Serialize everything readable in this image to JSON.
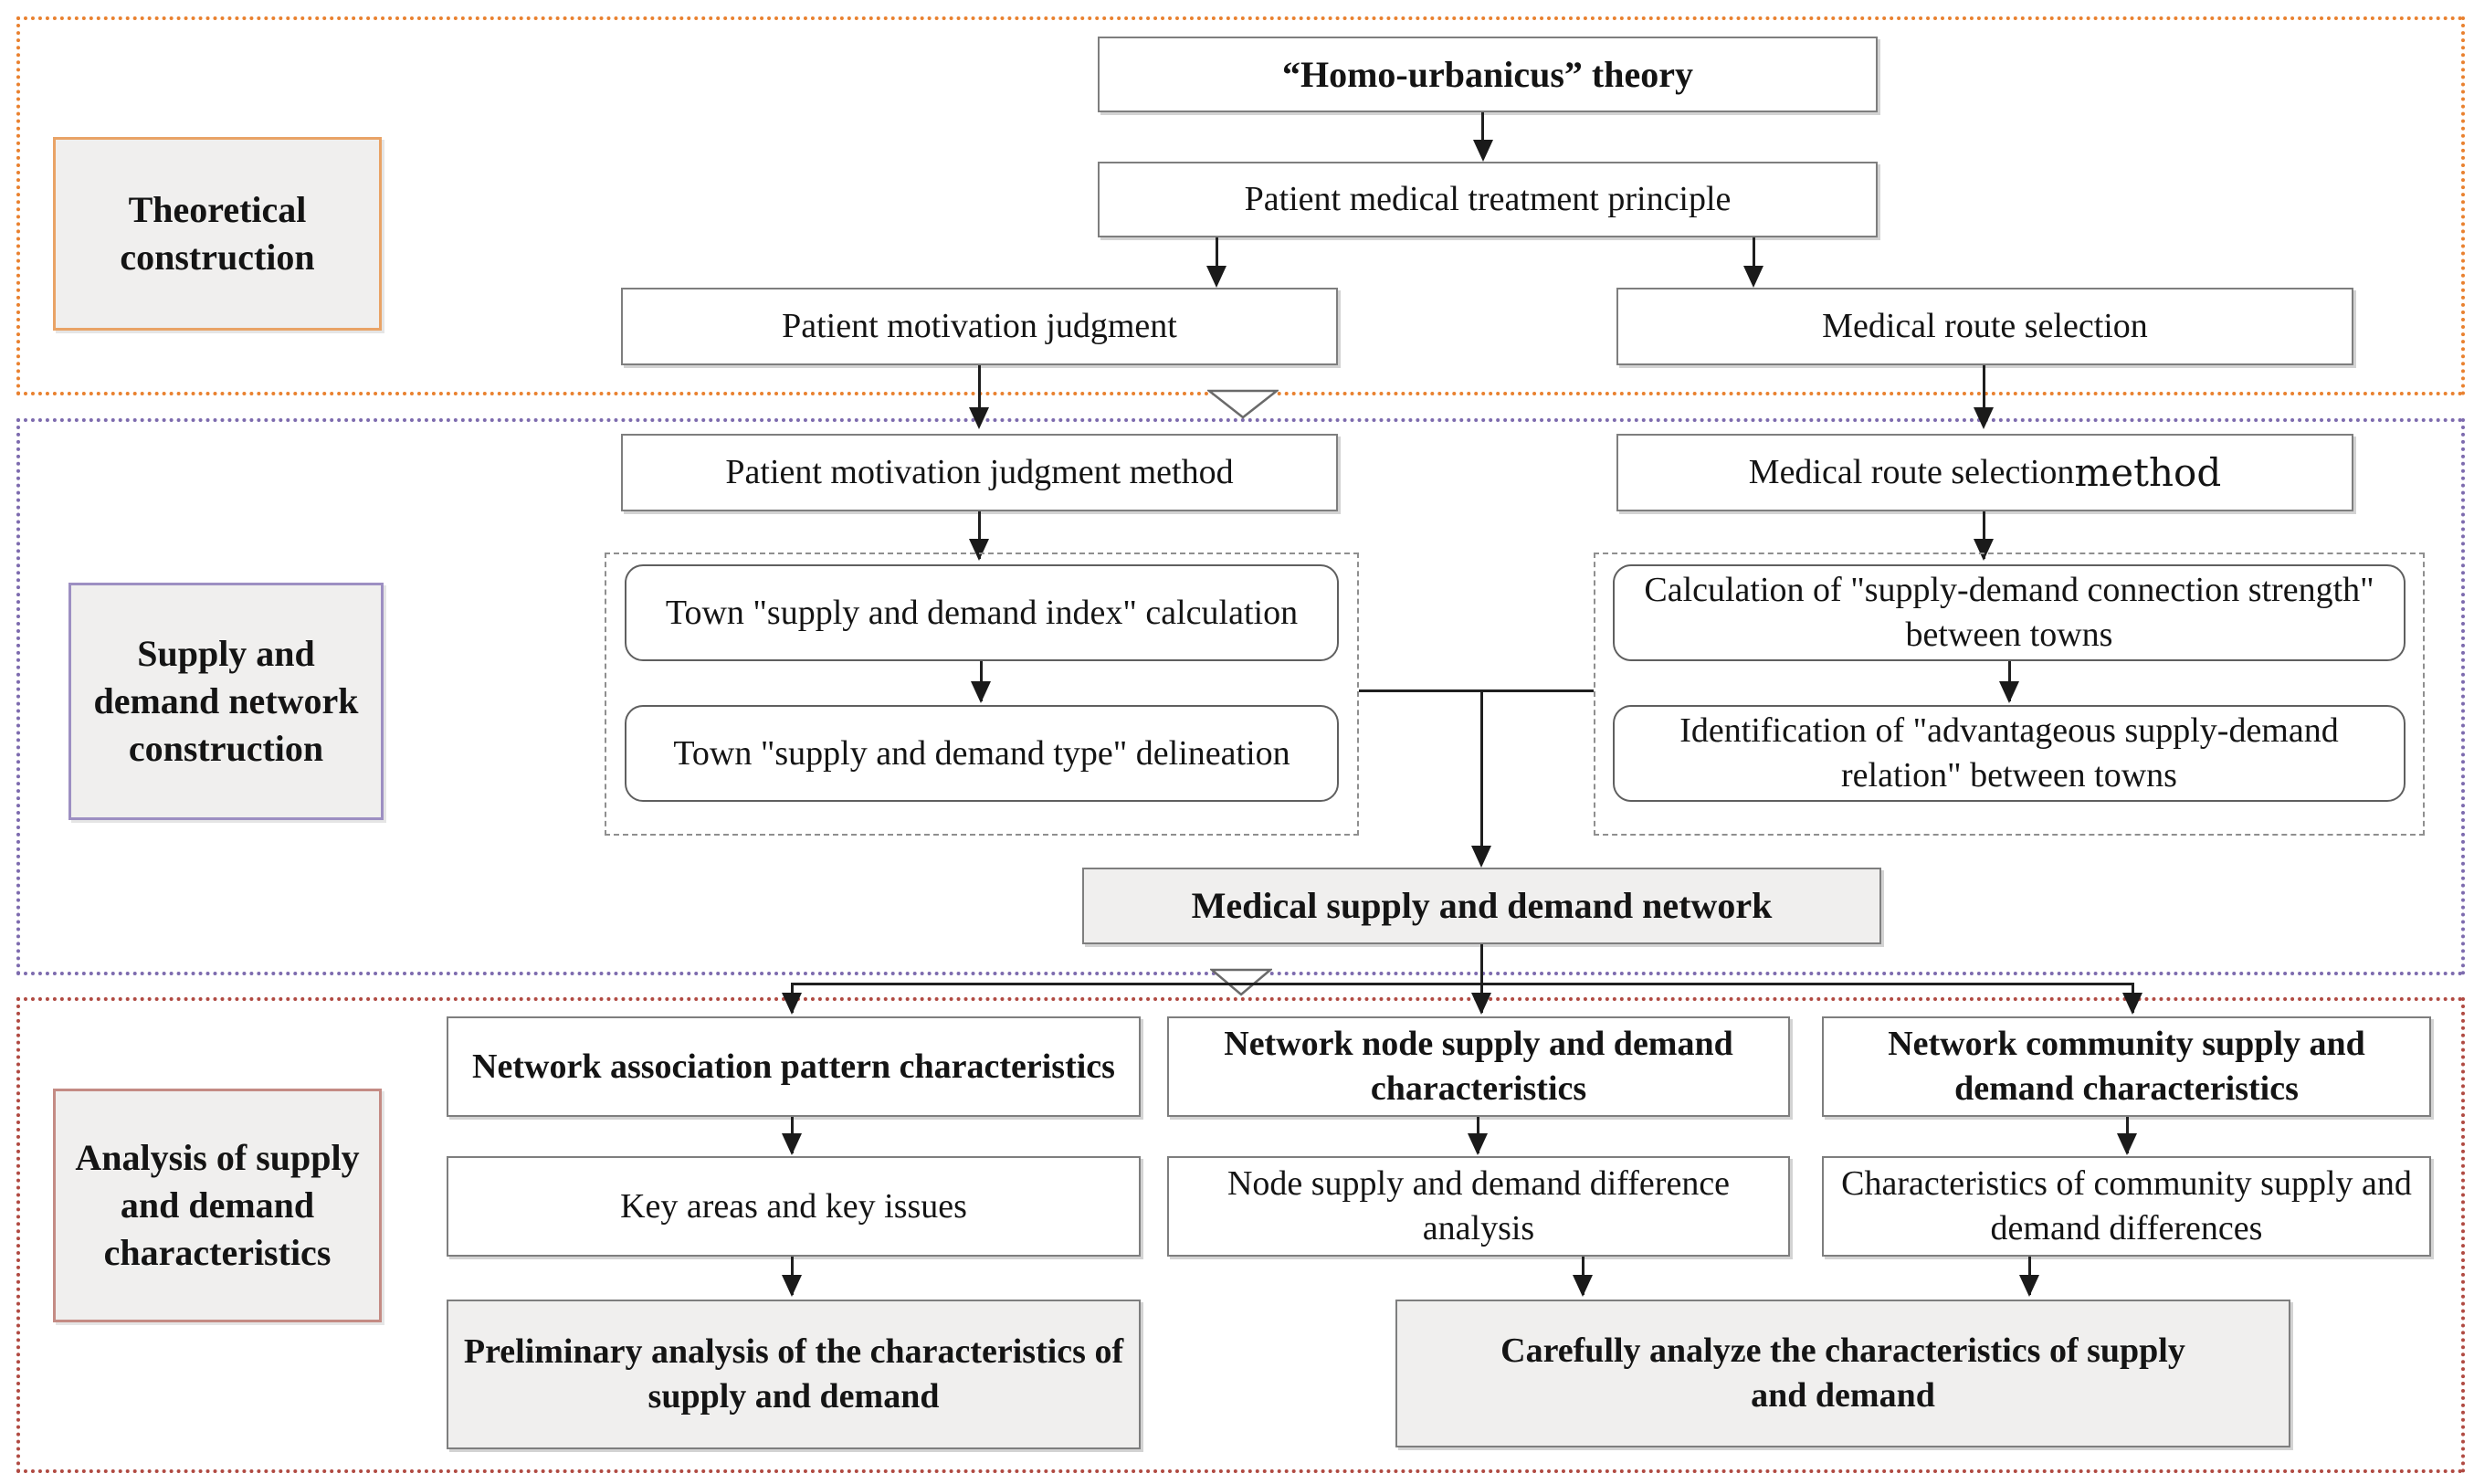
{
  "sections": {
    "theoretical": {
      "label": "Theoretical construction",
      "border_color": "#E9812F",
      "label_border_color": "#E9A366"
    },
    "network_construction": {
      "label": "Supply and demand network construction",
      "label_lines": [
        "Supply and",
        "demand",
        "network",
        "construction"
      ],
      "border_color": "#7D6BAE",
      "label_border_color": "#9D8FC2"
    },
    "analysis": {
      "label": "Analysis of supply and demand characteristics",
      "label_lines": [
        "Analysis of",
        "supply and",
        "demand",
        "characteristics"
      ],
      "border_color": "#B04A42",
      "label_border_color": "#C48B84"
    }
  },
  "theory": {
    "homo_urbanicus": "“Homo-urbanicus” theory",
    "treatment_principle": "Patient medical treatment principle",
    "motivation_judgment": "Patient motivation judgment",
    "route_selection": "Medical route selection"
  },
  "construction": {
    "motivation_method": "Patient motivation judgment method",
    "route_method_prefix": "Medical route selection ",
    "route_method_suffix": "method",
    "index_calculation": "Town \"supply and demand index\" calculation",
    "type_delineation": "Town \"supply and demand type\" delineation",
    "strength_calculation": "Calculation of \"supply-demand connection strength\" between towns",
    "relation_identification": "Identification of \"advantageous supply-demand relation\" between towns",
    "network_result": "Medical supply and demand network"
  },
  "analysis": {
    "association_characteristics": "Network association pattern characteristics",
    "key_areas": "Key areas and key issues",
    "preliminary_analysis": "Preliminary analysis of the characteristics of supply and demand",
    "node_characteristics": "Network node supply and demand characteristics",
    "node_difference": "Node supply and demand difference analysis",
    "community_characteristics": "Network community supply and demand characteristics",
    "community_difference": "Characteristics of community supply and demand differences",
    "careful_analysis": "Carefully analyze the characteristics of supply and demand"
  },
  "colors": {
    "box_border": "#7e7e7e",
    "gray_fill": "#f0efee",
    "arrow": "#1a1a1a",
    "text": "#141414"
  }
}
